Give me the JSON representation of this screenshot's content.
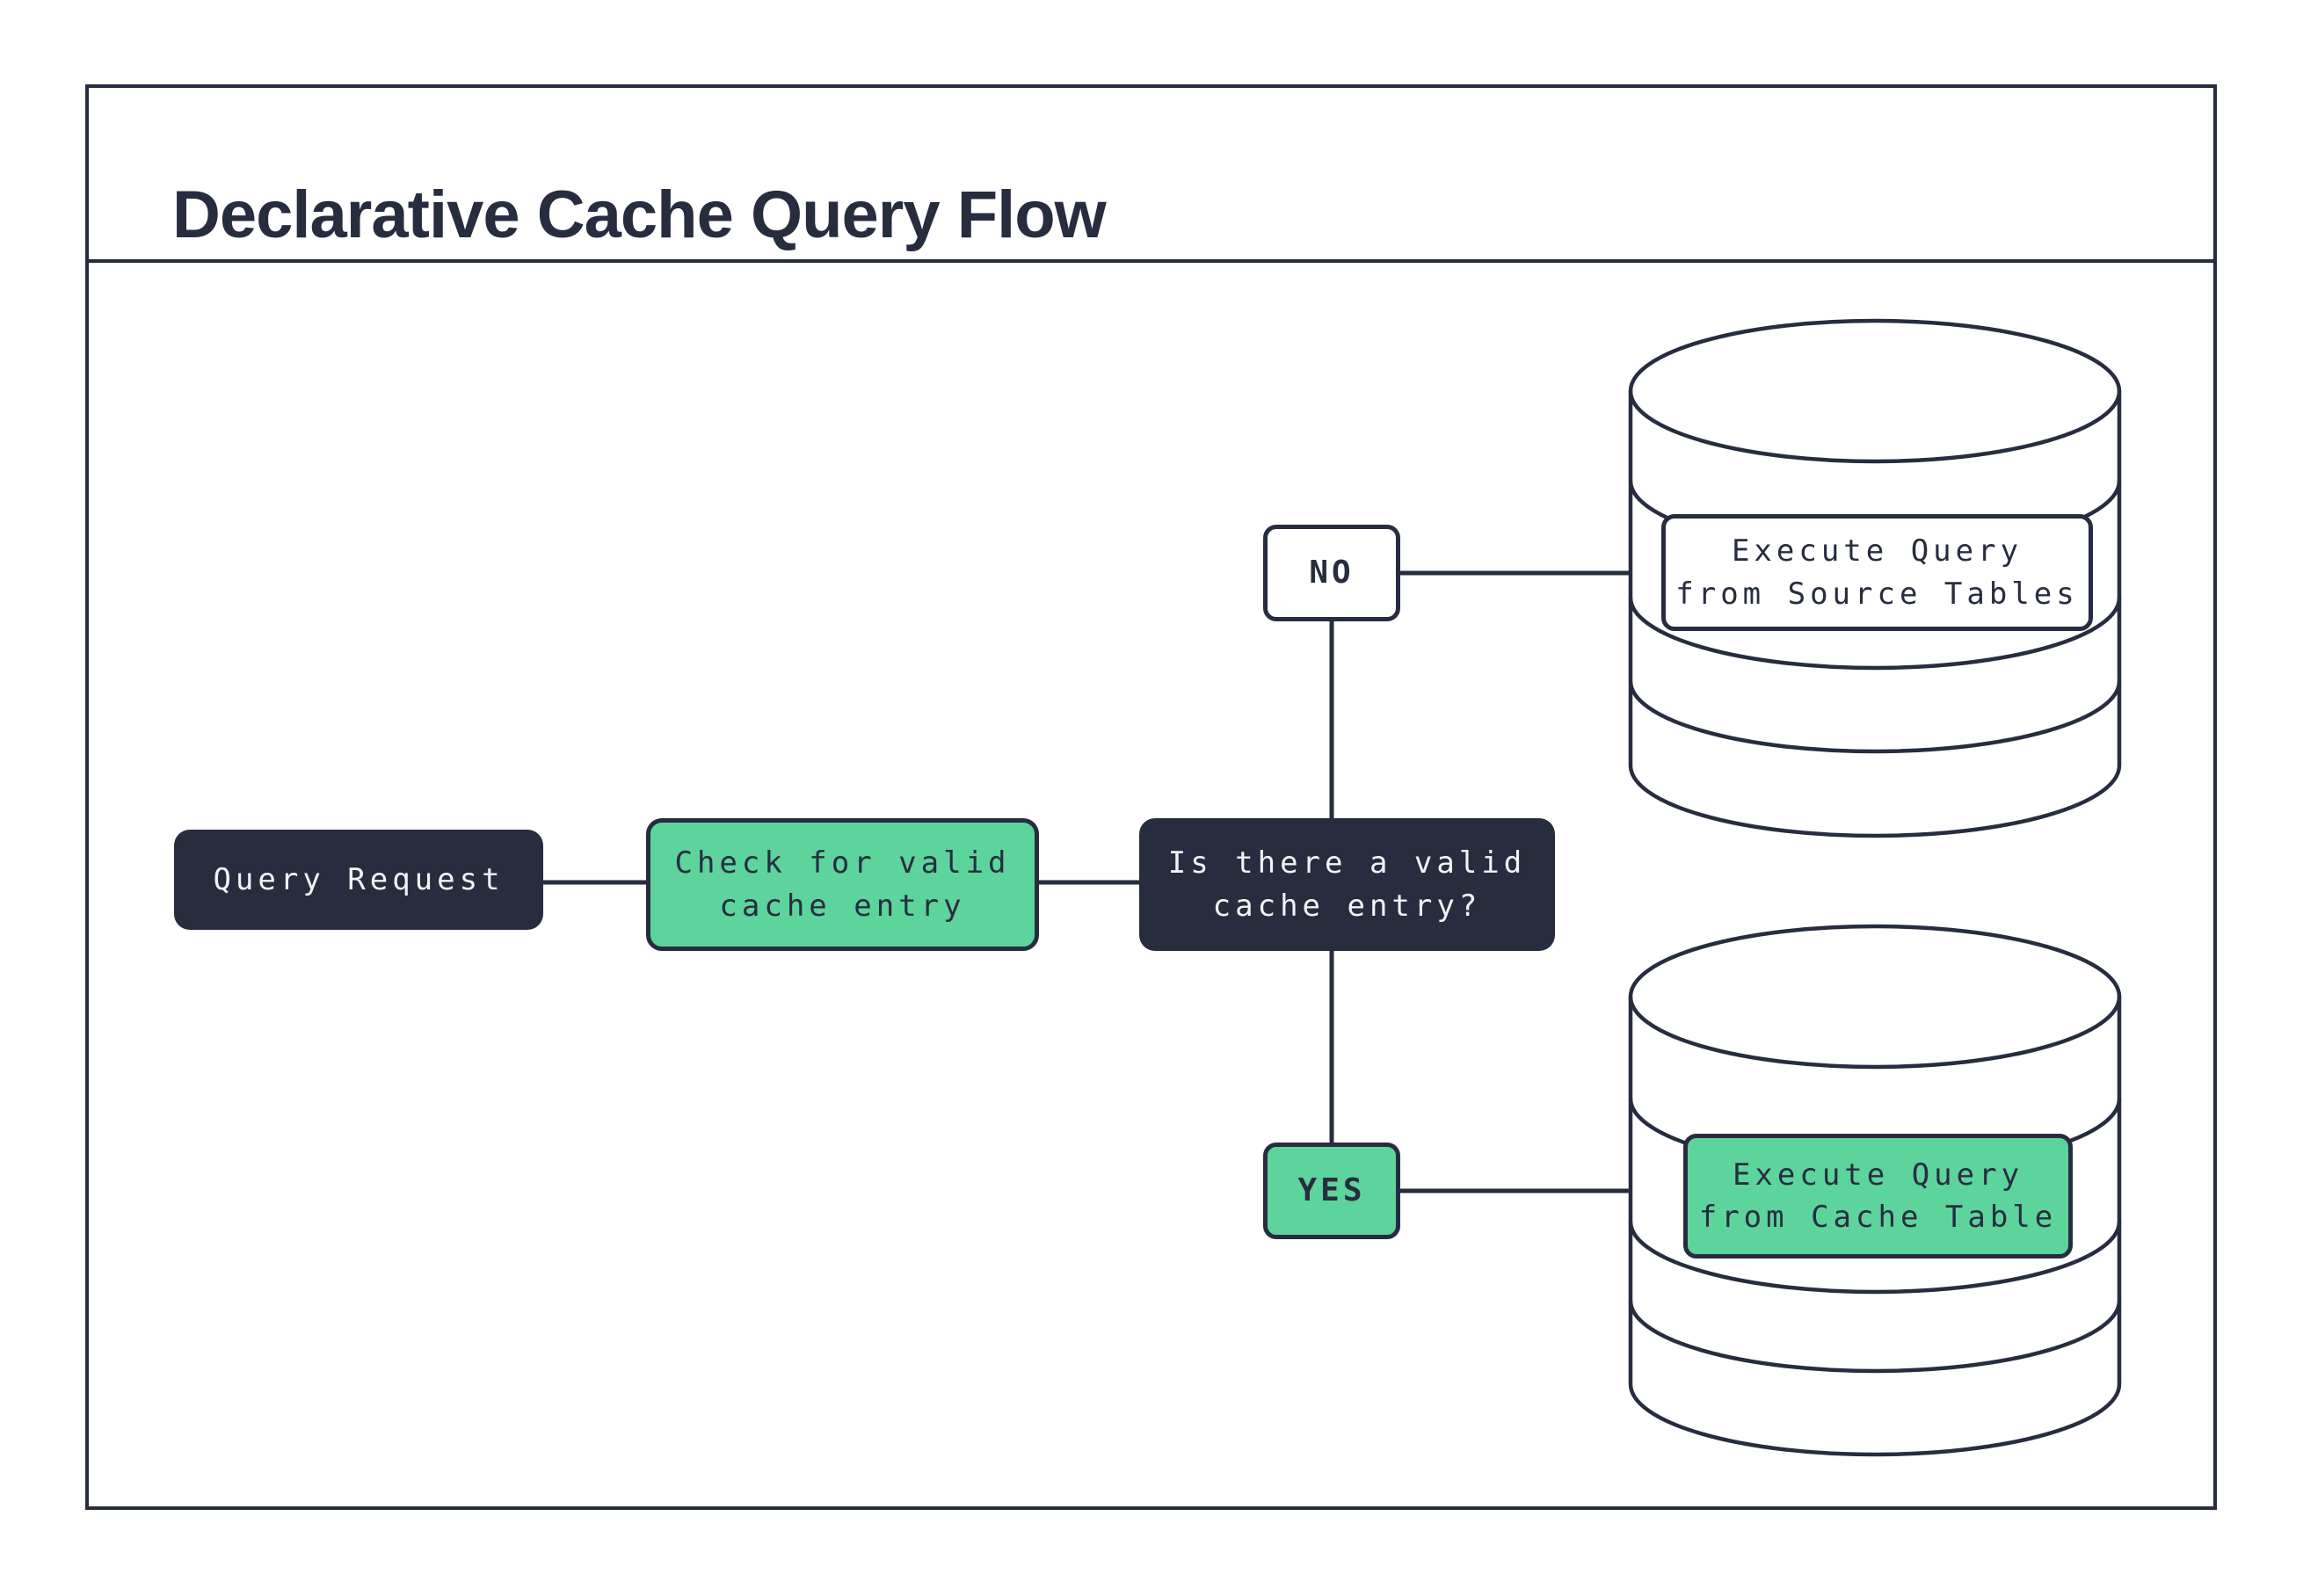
{
  "title": "Declarative Cache Query Flow",
  "colors": {
    "dark": "#272D3F",
    "green": "#5CD49C",
    "light": "#F2F3F5",
    "bg": "#FFFFFF"
  },
  "nodes": {
    "query_request": {
      "label": "Query Request"
    },
    "check_cache": {
      "label": "Check for valid\ncache entry"
    },
    "is_valid": {
      "label": "Is there a valid\ncache entry?"
    },
    "no": {
      "label": "NO"
    },
    "yes": {
      "label": "YES"
    },
    "source_db": {
      "label": "Execute Query\nfrom Source Tables"
    },
    "cache_db": {
      "label": "Execute Query\nfrom Cache Table"
    }
  }
}
